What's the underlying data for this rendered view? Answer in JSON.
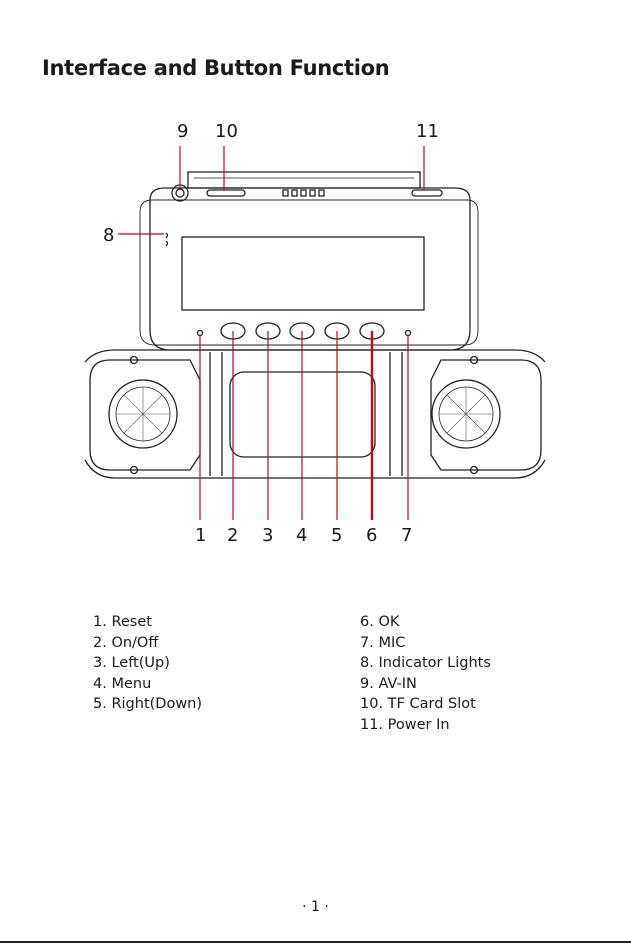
{
  "title": "Interface and Button Function",
  "callouts": [
    "1",
    "2",
    "3",
    "4",
    "5",
    "6",
    "7",
    "8",
    "9",
    "10",
    "11"
  ],
  "legend_left": [
    "1. Reset",
    "2. On/Off",
    "3. Left(Up)",
    "4. Menu",
    "5. Right(Down)"
  ],
  "legend_right": [
    "6. OK",
    "7. MIC",
    "8. Indicator Lights",
    "9. AV-IN",
    "10. TF Card Slot",
    "11. Power In"
  ],
  "page_number": "· 1 ·",
  "colors": {
    "leader_line": "#d0021b",
    "ink": "#1a1a1a"
  }
}
